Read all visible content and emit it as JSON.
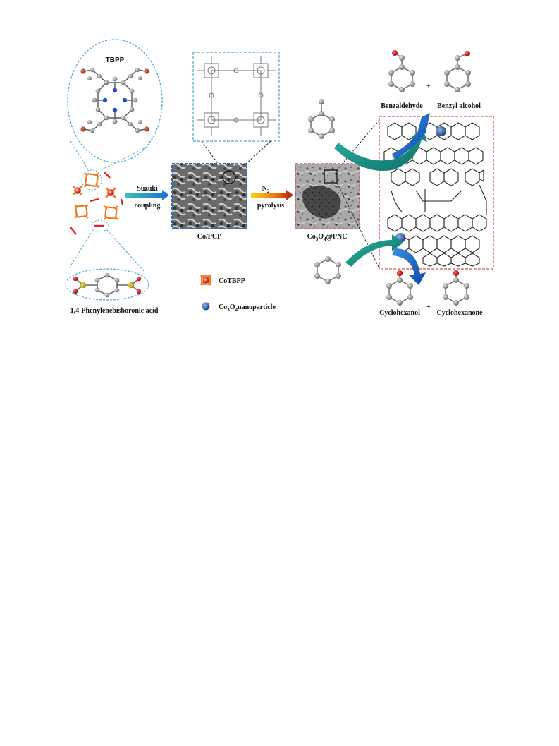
{
  "labels": {
    "tbpp": "TBPP",
    "suzuki": "Suzuki",
    "coupling": "coupling",
    "n2_base": "N",
    "n2_sub": "2",
    "pyrolysis": "pyrolysis",
    "co_pcp": "Co/PCP",
    "co3o4_pnc": {
      "a": "Co",
      "s1": "3",
      "b": "O",
      "s2": "4",
      "c": "@PNC"
    },
    "benzaldehyde": "Benzaldehyde",
    "benzyl_alcohol": "Benzyl alcohol",
    "cyclohexanol": "Cyclohexanol",
    "cyclohexanone": "Cyclohexanone",
    "plus": "+",
    "phenylene": "1,4-Phenylenebisboronic acid"
  },
  "legend": {
    "cotbpp": "CoTBPP",
    "nanoparticle": {
      "a": "Co",
      "s1": "3",
      "b": "O",
      "s2": "4",
      "c": "nanoparticle"
    }
  },
  "colors": {
    "dashed_blue": "#4aa8d8",
    "dashed_red": "#d9534f",
    "sem_frame": "#2f6fb8",
    "cotbpp_orange": "#f07a1a",
    "linker_red": "#e0262a",
    "nanoparticle_blue": "#2e5fa8",
    "arrow_teal": "#1d8f86",
    "atom_gray": "#9a9a9a"
  }
}
